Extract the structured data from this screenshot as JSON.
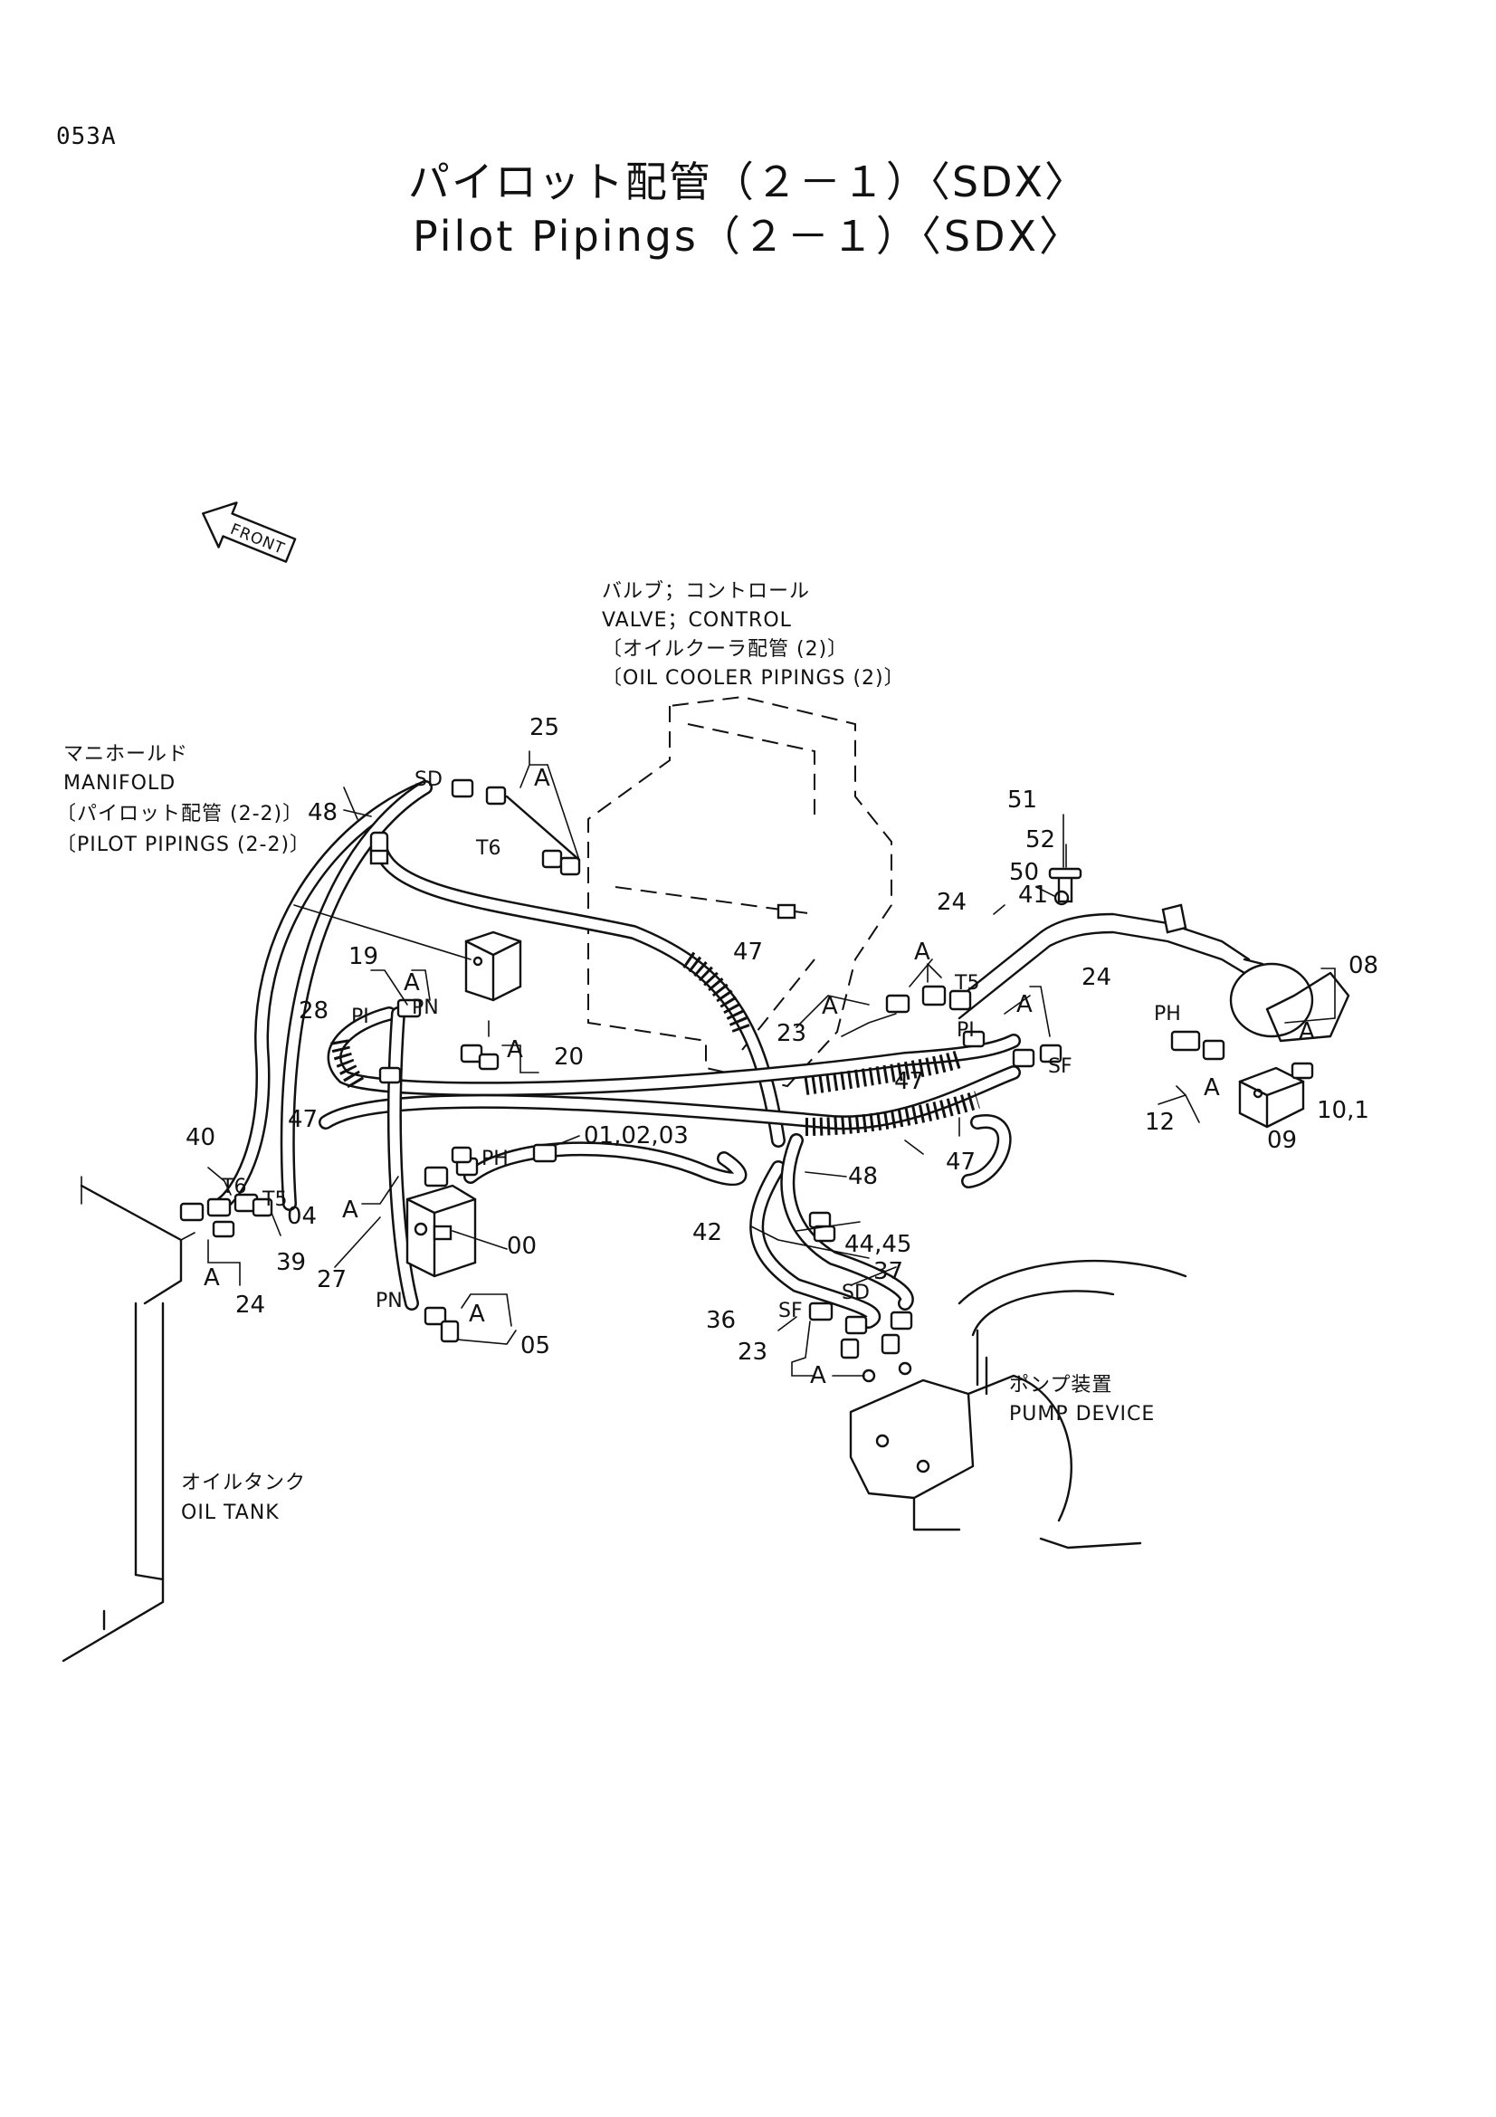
{
  "page_id": "053A",
  "title_jp": "パイロット配管（２－１）〈SDX〉",
  "title_en": "Pilot Pipings（２－１）〈SDX〉",
  "front_label": "FRONT",
  "labels": {
    "valve_jp": "バルブ；コントロール",
    "valve_en": "VALVE；CONTROL",
    "valve_ref_jp": "〔オイルクーラ配管 (2)〕",
    "valve_ref_en": "〔OIL COOLER PIPINGS (2)〕",
    "manifold_jp": "マニホールド",
    "manifold_en": "MANIFOLD",
    "manifold_ref_jp": "〔パイロット配管 (2-2)〕",
    "manifold_ref_en": "〔PILOT PIPINGS (2-2)〕",
    "pump_jp": "ポンプ装置",
    "pump_en": "PUMP DEVICE",
    "tank_jp": "オイルタンク",
    "tank_en": "OIL TANK"
  },
  "port_labels": {
    "sd_top": "SD",
    "t6_top": "T6",
    "pi_left": "PI",
    "pn_mid": "PN",
    "ph_mid": "PH",
    "t6_left": "T6",
    "t5_left": "T5",
    "pn_low": "PN",
    "t5_right": "T5",
    "pi_right": "PI",
    "sf_right": "SF",
    "ph_right": "PH",
    "sd_low": "SD",
    "sf_low": "SF"
  },
  "detail_mark": "A",
  "part_numbers": {
    "p25": "25",
    "p48a": "48",
    "p51": "51",
    "p52": "52",
    "p50": "50",
    "p41": "41",
    "p24a": "24",
    "p08": "08",
    "p19": "19",
    "p47a": "47",
    "p24b": "24",
    "p28": "28",
    "p23a": "23",
    "p20": "20",
    "p47b": "47",
    "p47c": "47",
    "p12": "12",
    "p10": "10,1",
    "p09": "09",
    "p40": "40",
    "p01": "01,02,03",
    "p47d": "47",
    "p48b": "48",
    "p04": "04",
    "p39": "39",
    "p00": "00",
    "p42": "42",
    "p44": "44,45",
    "p37": "37",
    "p27": "27",
    "p24c": "24",
    "p36": "36",
    "p05": "05",
    "p23b": "23"
  }
}
